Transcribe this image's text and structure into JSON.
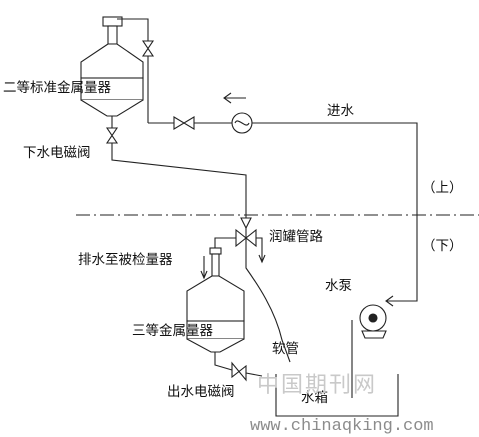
{
  "labels": {
    "secondary_standard": "二等标准金属量器",
    "lower_solenoid": "下水电磁阀",
    "water_inlet": "进水",
    "up": "（上）",
    "down": "（下）",
    "tank_pipe": "润罐管路",
    "drain_to_tested": "排水至被检量器",
    "pump": "水泵",
    "tertiary_standard": "三等金属量器",
    "hose": "软管",
    "outlet_solenoid": "出水电磁阀",
    "water_tank": "水箱"
  },
  "watermark": {
    "cn": "中国期刊网",
    "url": "www.chinaqking.com"
  },
  "colors": {
    "line": "#222222",
    "watermark_cn": "#c9c9c9",
    "watermark_url": "#8c8c8c"
  }
}
